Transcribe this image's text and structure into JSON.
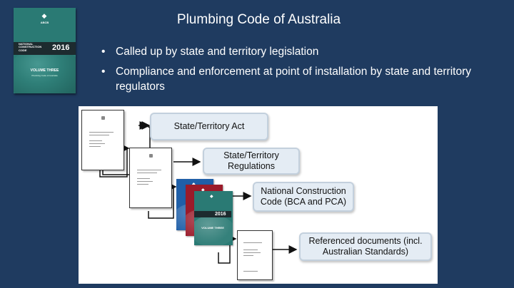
{
  "slide": {
    "title": "Plumbing Code of Australia",
    "bullets": [
      "Called up by state and territory legislation",
      "Compliance and enforcement at point of installation by state and territory regulators"
    ]
  },
  "cover": {
    "org": "ABCB",
    "series": "NATIONAL\nCONSTRUCTION\nCODE",
    "year": "2016",
    "volume": "VOLUME THREE",
    "subtitle": "Plumbing Code of Australia"
  },
  "diagram": {
    "boxes": {
      "act": "State/Territory Act",
      "regs": "State/Territory Regulations",
      "ncc": "National Construction Code (BCA and PCA)",
      "refs": "Referenced documents (incl. Australian Standards)"
    },
    "book_year": "2016",
    "book_volume": "VOLUME THREE"
  },
  "colors": {
    "slide_bg": "#1f3b60",
    "box_fill": "#e4ecf4",
    "book_blue": "#1f5fa8",
    "book_red": "#9b1b2a",
    "book_teal": "#2a7a74"
  }
}
